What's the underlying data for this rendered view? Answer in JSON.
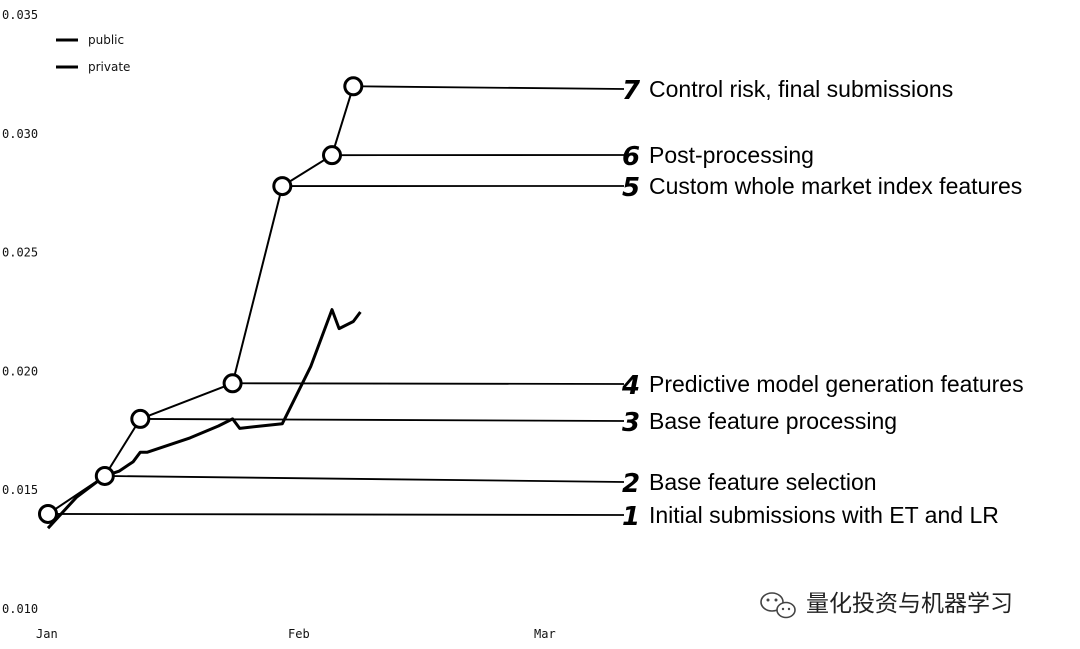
{
  "chart_data": {
    "type": "line",
    "title": "",
    "xlabel": "",
    "ylabel": "",
    "x_ticks": [
      "Jan",
      "Feb",
      "Mar"
    ],
    "y_ticks": [
      "0.035",
      "0.030",
      "0.025",
      "0.020",
      "0.015",
      "0.010"
    ],
    "ylim": [
      0.01,
      0.035
    ],
    "xlim": [
      0,
      60
    ],
    "grid": false,
    "legend_position": "top-left",
    "series": [
      {
        "name": "public",
        "color": "#000000",
        "x": [
          0,
          8,
          13,
          26,
          33,
          40,
          43
        ],
        "y": [
          0.014,
          0.0156,
          0.018,
          0.0195,
          0.0278,
          0.0291,
          0.032
        ]
      },
      {
        "name": "private",
        "color": "#000000",
        "x": [
          0,
          4,
          8,
          10,
          12,
          13,
          14,
          20,
          24,
          26,
          27,
          30,
          33,
          37,
          40,
          41,
          43,
          44
        ],
        "y": [
          0.0134,
          0.0147,
          0.0156,
          0.0158,
          0.0162,
          0.0166,
          0.0166,
          0.0172,
          0.0177,
          0.018,
          0.0176,
          0.0177,
          0.0178,
          0.0202,
          0.0226,
          0.0218,
          0.0221,
          0.0225
        ]
      }
    ],
    "milestones": [
      {
        "number": "1",
        "label": "Initial submissions with ET and LR",
        "x": 0,
        "y": 0.014
      },
      {
        "number": "2",
        "label": "Base feature selection",
        "x": 8,
        "y": 0.0156
      },
      {
        "number": "3",
        "label": "Base feature processing",
        "x": 13,
        "y": 0.018
      },
      {
        "number": "4",
        "label": "Predictive model generation features",
        "x": 26,
        "y": 0.0195
      },
      {
        "number": "5",
        "label": "Custom whole market index features",
        "x": 33,
        "y": 0.0278
      },
      {
        "number": "6",
        "label": "Post-processing",
        "x": 40,
        "y": 0.0291
      },
      {
        "number": "7",
        "label": "Control risk, final submissions",
        "x": 43,
        "y": 0.032
      }
    ]
  },
  "watermark": {
    "icon": "wechat-icon",
    "text": "量化投资与机器学习"
  }
}
